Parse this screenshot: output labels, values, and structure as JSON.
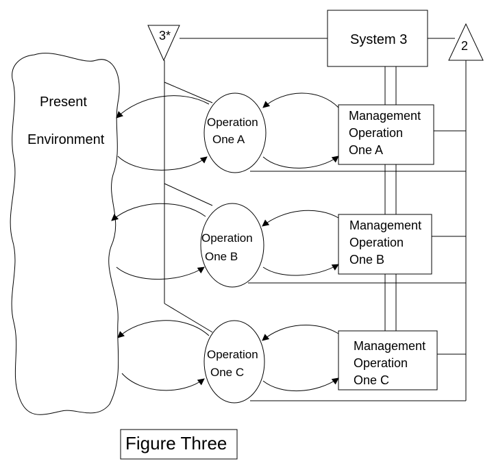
{
  "environment": {
    "line1": "Present",
    "line2": "Environment"
  },
  "system3": {
    "label": "System 3"
  },
  "system3_star": {
    "label": "3*"
  },
  "system2": {
    "label": "2"
  },
  "operations": [
    {
      "op_line1": "Operation",
      "op_line2": "One A",
      "mgmt_line1": "Management",
      "mgmt_line2": "Operation",
      "mgmt_line3": "One A"
    },
    {
      "op_line1": "Operation",
      "op_line2": "One B",
      "mgmt_line1": "Management",
      "mgmt_line2": "Operation",
      "mgmt_line3": "One B"
    },
    {
      "op_line1": "Operation",
      "op_line2": "One C",
      "mgmt_line1": "Management",
      "mgmt_line2": "Operation",
      "mgmt_line3": "One C"
    }
  ],
  "caption": {
    "label": "Figure Three"
  }
}
